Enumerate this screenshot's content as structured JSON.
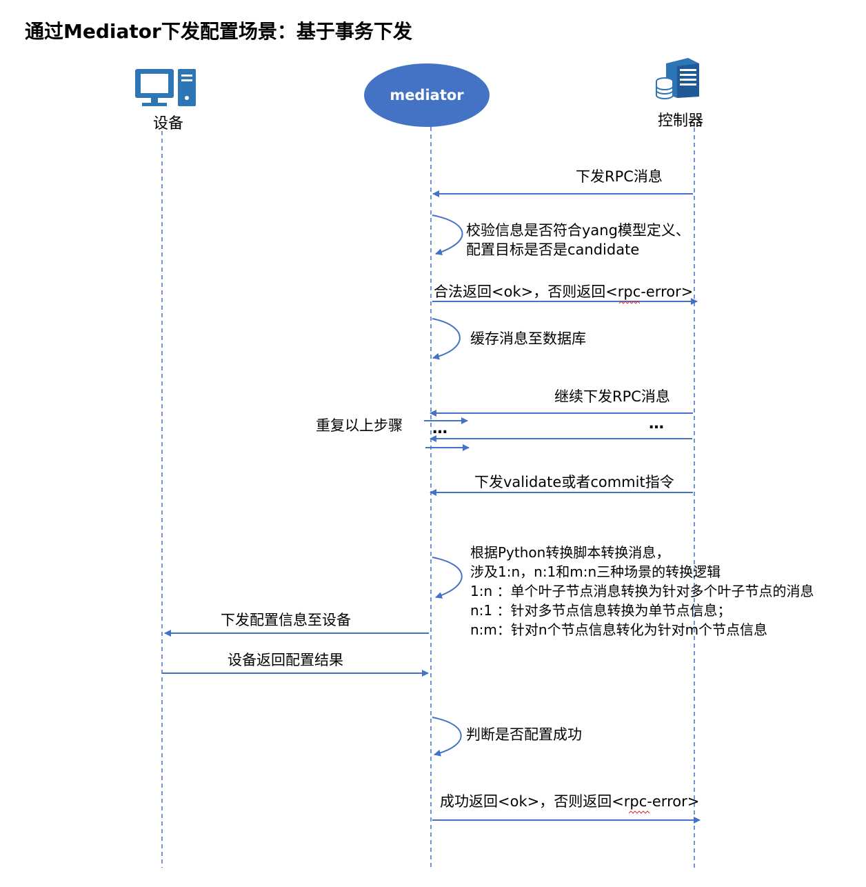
{
  "title": "通过Mediator下发配置场景：基于事务下发",
  "actors": {
    "device": {
      "label": "设备",
      "icon": "computer-icon"
    },
    "mediator": {
      "label": "mediator"
    },
    "controller": {
      "label": "控制器",
      "icon": "server-database-icon"
    }
  },
  "colors": {
    "line": "#4472C4",
    "ellipse_fill": "#4472C4",
    "icon_fill": "#2E75B6",
    "text": "#000000"
  },
  "messages": {
    "send_rpc": "下发RPC消息",
    "validate_check": "校验信息是否符合yang模型定义、\n配置目标是否是candidate",
    "reply_ok": "合法返回<ok>，否则返回<rpc-error>",
    "cache": "缓存消息至数据库",
    "continue_rpc": "继续下发RPC消息",
    "repeat": "重复以上步骤",
    "ellipsis_left": "…",
    "ellipsis_right": "…",
    "validate_commit": "下发validate或者commit指令",
    "convert": "根据Python转换脚本转换消息，\n涉及1:n，n:1和m:n三种场景的转换逻辑\n1:n ：单个叶子节点消息转换为针对多个叶子节点的消息\nn:1 ：针对多节点信息转换为单节点信息；\nn:m：针对n个节点信息转化为针对m个节点信息",
    "send_config": "下发配置信息至设备",
    "device_return": "设备返回配置结果",
    "judge": "判断是否配置成功",
    "final_reply": "成功返回<ok>，否则返回<rpc-error>"
  }
}
